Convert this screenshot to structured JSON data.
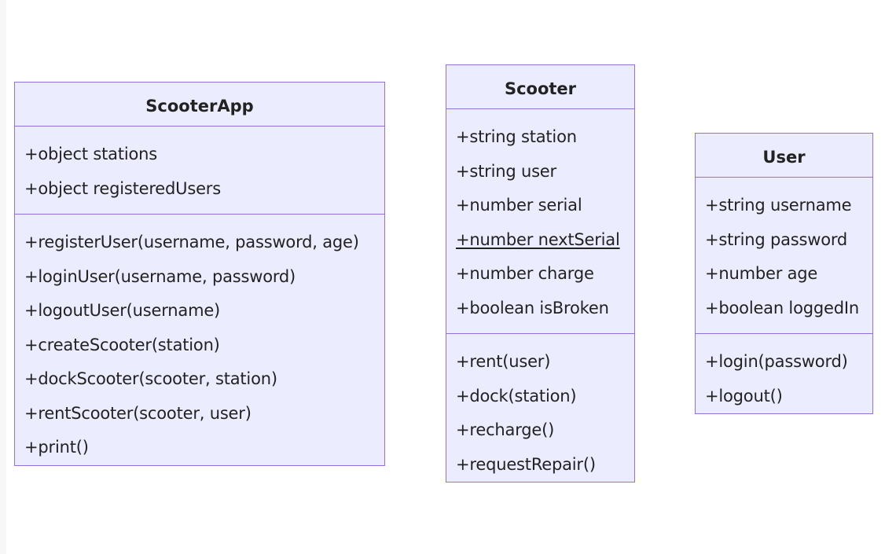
{
  "diagram": {
    "classes": [
      {
        "id": "scooterapp",
        "name": "ScooterApp",
        "attributes": [
          {
            "text": "+object stations",
            "static": false
          },
          {
            "text": "+object registeredUsers",
            "static": false
          }
        ],
        "methods": [
          {
            "text": "+registerUser(username, password, age)"
          },
          {
            "text": "+loginUser(username, password)"
          },
          {
            "text": "+logoutUser(username)"
          },
          {
            "text": "+createScooter(station)"
          },
          {
            "text": "+dockScooter(scooter, station)"
          },
          {
            "text": "+rentScooter(scooter, user)"
          },
          {
            "text": "+print()"
          }
        ]
      },
      {
        "id": "scooter",
        "name": "Scooter",
        "attributes": [
          {
            "text": "+string station",
            "static": false
          },
          {
            "text": "+string user",
            "static": false
          },
          {
            "text": "+number serial",
            "static": false
          },
          {
            "text": "+number nextSerial",
            "static": true
          },
          {
            "text": "+number charge",
            "static": false
          },
          {
            "text": "+boolean isBroken",
            "static": false
          }
        ],
        "methods": [
          {
            "text": "+rent(user)"
          },
          {
            "text": "+dock(station)"
          },
          {
            "text": "+recharge()"
          },
          {
            "text": "+requestRepair()"
          }
        ]
      },
      {
        "id": "user",
        "name": "User",
        "attributes": [
          {
            "text": "+string username",
            "static": false
          },
          {
            "text": "+string password",
            "static": false
          },
          {
            "text": "+number age",
            "static": false
          },
          {
            "text": "+boolean loggedIn",
            "static": false
          }
        ],
        "methods": [
          {
            "text": "+login(password)"
          },
          {
            "text": "+logout()"
          }
        ]
      }
    ],
    "colors": {
      "fill": "#ececff",
      "stroke": "#9370db",
      "text": "#222222"
    }
  }
}
